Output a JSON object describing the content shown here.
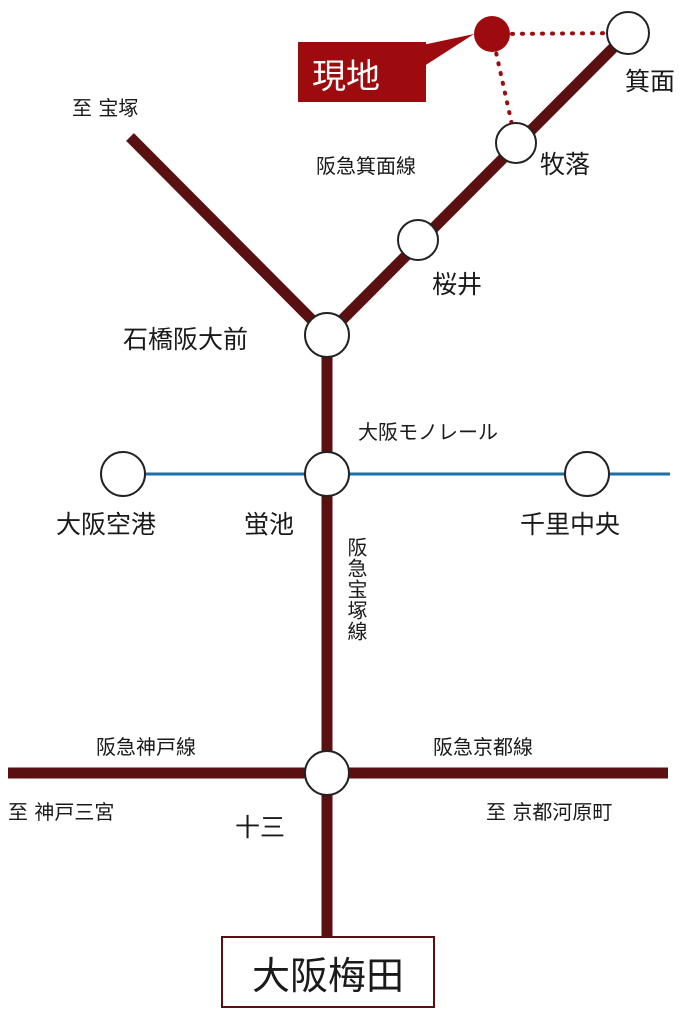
{
  "colors": {
    "hankyu_line": "#5a0f10",
    "monorail_line": "#1e6fa6",
    "current_location": "#9e0b0f",
    "station_fill": "#ffffff",
    "station_stroke": "#222222",
    "text": "#1a1a1a"
  },
  "current_location": {
    "label": "現地"
  },
  "lines": {
    "minoo": "阪急箕面線",
    "takarazuka": "阪急宝塚線",
    "monorail": "大阪モノレール",
    "kobe": "阪急神戸線",
    "kyoto": "阪急京都線"
  },
  "directions": {
    "takarazuka": "至 宝塚",
    "kobe_sannomiya": "至 神戸三宮",
    "kyoto_kawaramachi": "至 京都河原町"
  },
  "stations": {
    "minoo": "箕面",
    "makiochi": "牧落",
    "sakurai": "桜井",
    "ishibashi": "石橋阪大前",
    "hotarugaike": "蛍池",
    "osaka_airport": "大阪空港",
    "senri_chuo": "千里中央",
    "juso": "十三",
    "umeda": "大阪梅田"
  }
}
